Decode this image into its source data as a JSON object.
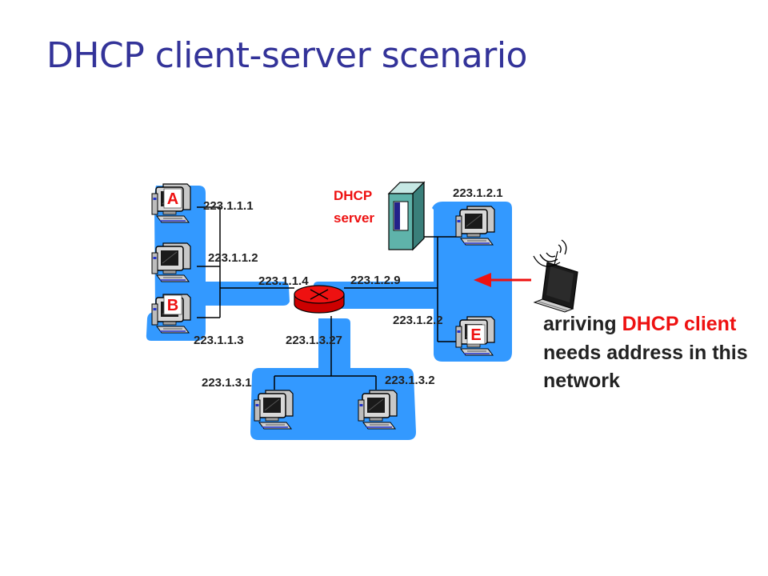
{
  "title": "DHCP client-server scenario",
  "labels": {
    "host_a": "A",
    "host_b": "B",
    "host_e": "E",
    "ip_a": "223.1.1.1",
    "ip_host_mid_left": "223.1.1.2",
    "ip_b": "223.1.1.3",
    "ip_router_left": "223.1.1.4",
    "ip_router_right": "223.1.2.9",
    "ip_router_bottom": "223.1.3.27",
    "ip_server_side_host": "223.1.2.1",
    "ip_e": "223.1.2.2",
    "ip_bottom_left": "223.1.3.1",
    "ip_bottom_right": "223.1.3.2",
    "dhcp_server_line1": "DHCP",
    "dhcp_server_line2": "server"
  },
  "caption": {
    "part1": "arriving ",
    "part2_red": "DHCP client",
    "part3": " needs address in this network"
  },
  "colors": {
    "title": "#333399",
    "network_blue": "#3399ff",
    "router_red": "#ee1111",
    "accent_red": "#ee1111",
    "text": "#222222"
  }
}
